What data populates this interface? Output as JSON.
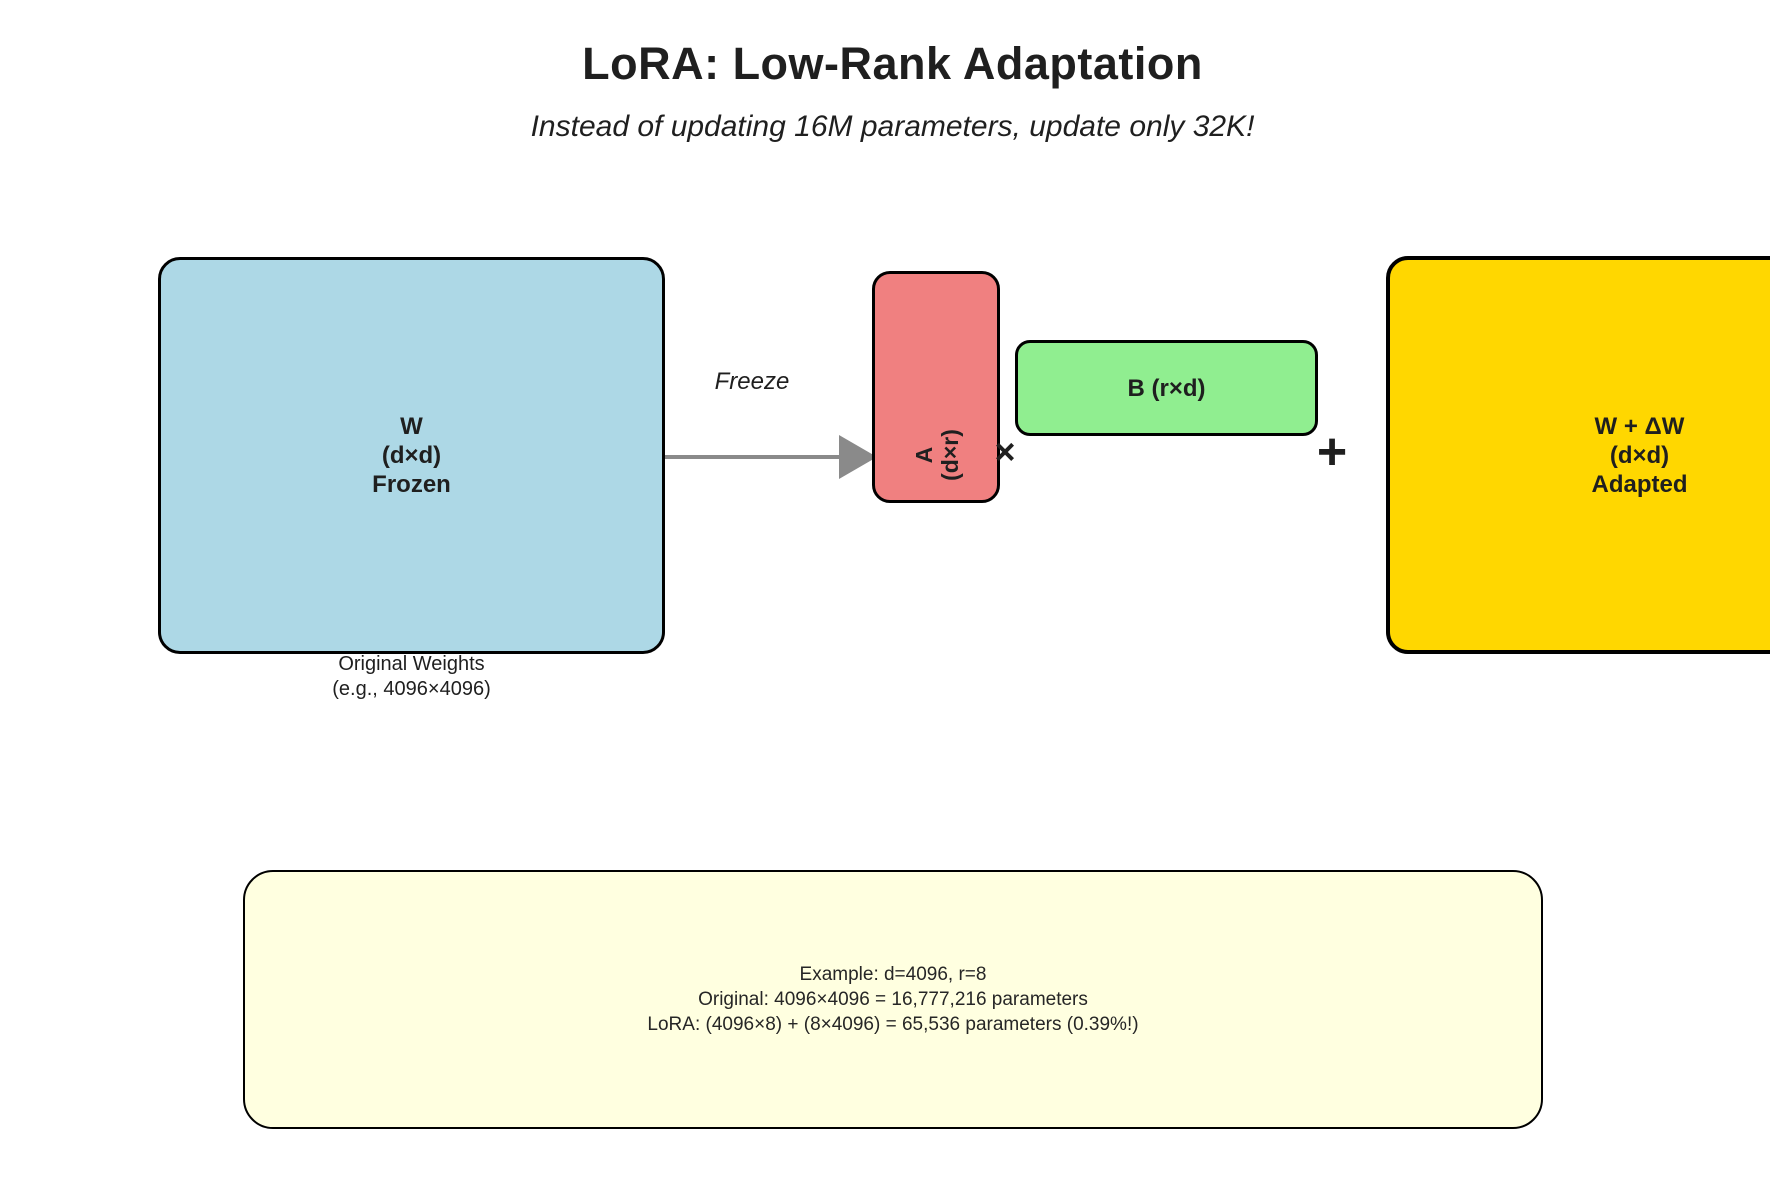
{
  "header": {
    "title": "LoRA: Low-Rank Adaptation",
    "subtitle": "Instead of updating 16M parameters, update only 32K!"
  },
  "frozen_box": {
    "lines": [
      "W",
      "(d×d)",
      "Frozen"
    ],
    "caption_lines": [
      "Original Weights",
      "(e.g., 4096×4096)"
    ],
    "fill": "#ADD8E6"
  },
  "freeze_arrow": {
    "label": "Freeze",
    "color": "#8A8A8A"
  },
  "lora_a_box": {
    "lines": [
      "A",
      "(d×r)"
    ],
    "fill": "#F08080"
  },
  "lora_b_box": {
    "label": "B (r×d)",
    "fill": "#90EE90"
  },
  "operators": {
    "multiply": "×",
    "plus": "+"
  },
  "adapted_box": {
    "lines": [
      "W + ΔW",
      "(d×d)",
      "Adapted"
    ],
    "fill": "#FFD700"
  },
  "example_box": {
    "lines": [
      "Example: d=4096, r=8",
      "Original: 4096×4096 = 16,777,216 parameters",
      "LoRA: (4096×8) + (8×4096) = 65,536 parameters (0.39%!)"
    ],
    "fill": "#FFFFE0"
  },
  "colors": {
    "border": "#000000",
    "text": "#1F1F1F",
    "background": "#FFFFFF"
  }
}
